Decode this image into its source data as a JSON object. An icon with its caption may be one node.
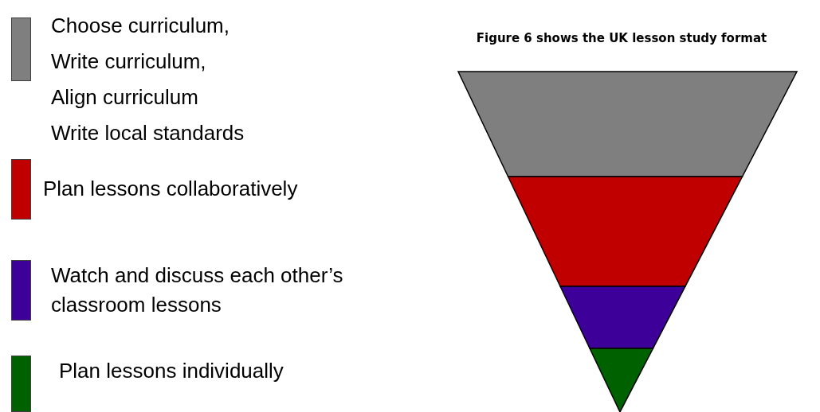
{
  "diagram": {
    "title": "Figure 6 shows the UK lesson study format",
    "legend": [
      {
        "text": "Choose curriculum, Write curriculum, Align curriculum Write local standards",
        "color": "#7f7f7f"
      },
      {
        "text": "Plan lessons collaboratively",
        "color": "#c00000"
      },
      {
        "text": "Watch and discuss each other’s classroom lessons",
        "color": "#3d0099"
      },
      {
        "text": "Plan lessons individually",
        "color": "#006100"
      }
    ]
  }
}
